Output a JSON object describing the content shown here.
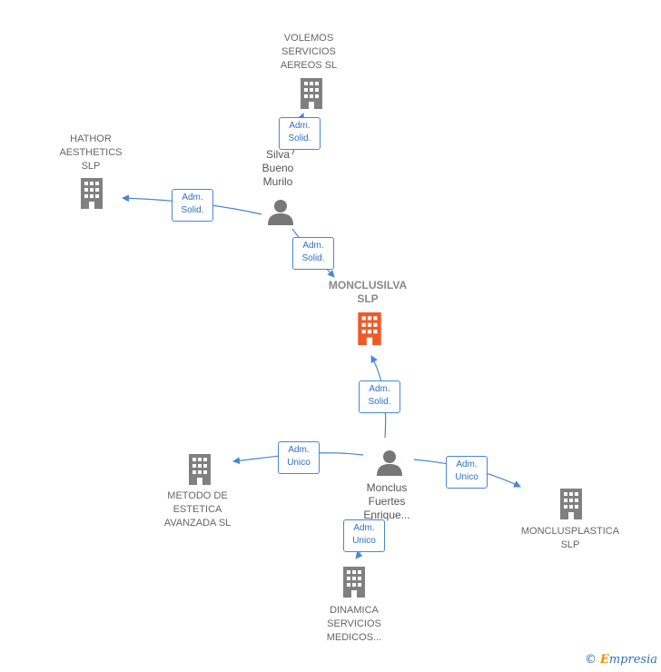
{
  "nodes": {
    "volemos": {
      "lines": [
        "VOLEMOS",
        "SERVICIOS",
        "AEREOS SL"
      ],
      "kind": "company",
      "color": "#808080"
    },
    "hathor": {
      "lines": [
        "HATHOR",
        "AESTHETICS",
        "SLP"
      ],
      "kind": "company",
      "color": "#808080"
    },
    "silva": {
      "lines": [
        "Silva",
        "Bueno",
        "Murilo"
      ],
      "kind": "person",
      "color": "#777777"
    },
    "monclusilva": {
      "lines": [
        "MONCLUSILVA",
        "SLP"
      ],
      "kind": "company",
      "color": "#f05a28"
    },
    "monclus": {
      "lines": [
        "Monclus",
        "Fuertes",
        "Enrique..."
      ],
      "kind": "person",
      "color": "#777777"
    },
    "metodo": {
      "lines": [
        "METODO DE",
        "ESTETICA",
        "AVANZADA SL"
      ],
      "kind": "company",
      "color": "#808080"
    },
    "monclusplastica": {
      "lines": [
        "MONCLUSPLASTICA",
        "SLP"
      ],
      "kind": "company",
      "color": "#808080"
    },
    "dinamica": {
      "lines": [
        "DINAMICA",
        "SERVICIOS",
        "MEDICOS..."
      ],
      "kind": "company",
      "color": "#808080"
    }
  },
  "edges": {
    "silva_volemos": {
      "line1": "Adm.",
      "line2": "Solid."
    },
    "silva_hathor": {
      "line1": "Adm.",
      "line2": "Solid."
    },
    "silva_monclusilva": {
      "line1": "Adm.",
      "line2": "Solid."
    },
    "monclus_monclusilva": {
      "line1": "Adm.",
      "line2": "Solid."
    },
    "monclus_metodo": {
      "line1": "Adm.",
      "line2": "Unico"
    },
    "monclus_monclusplastica": {
      "line1": "Adm.",
      "line2": "Unico"
    },
    "monclus_dinamica": {
      "line1": "Adm.",
      "line2": "Unico"
    }
  },
  "colors": {
    "edge": "#4a86d4",
    "edge_text": "#2f6fc7",
    "main_company": "#f05a28",
    "company": "#808080",
    "person": "#777777"
  },
  "brand": {
    "copyright": "©",
    "name_first": "E",
    "name_rest": "mpresia"
  }
}
